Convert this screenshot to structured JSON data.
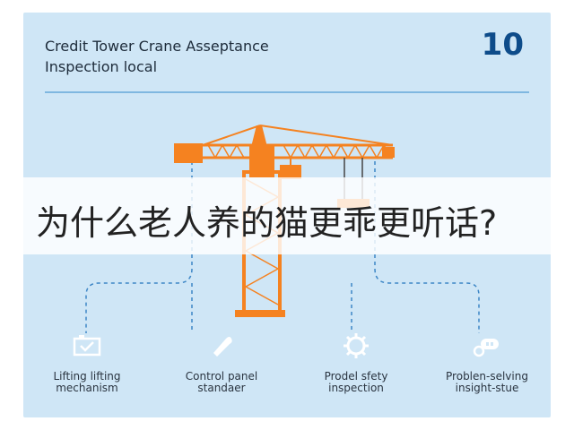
{
  "header": {
    "title_line1": "Credit Tower Crane Asseptance",
    "title_line2": "Inspection local",
    "page_number": "10"
  },
  "banner": {
    "text": "为什么老人养的猫更乖更听话?"
  },
  "items": [
    {
      "icon": "lifting-mechanism-icon",
      "line1": "Lifting lifting",
      "line2": "mechanism"
    },
    {
      "icon": "control-panel-icon",
      "line1": "Control panel",
      "line2": "standaer"
    },
    {
      "icon": "gear-icon",
      "line1": "Prodel sfety",
      "line2": "inspection"
    },
    {
      "icon": "problem-solving-icon",
      "line1": "Problen-selving",
      "line2": "insight-stue"
    }
  ],
  "colors": {
    "background": "#cfe6f6",
    "crane": "#f58220",
    "accent": "#0e4c8a",
    "dashed_line": "#3d86c6"
  }
}
